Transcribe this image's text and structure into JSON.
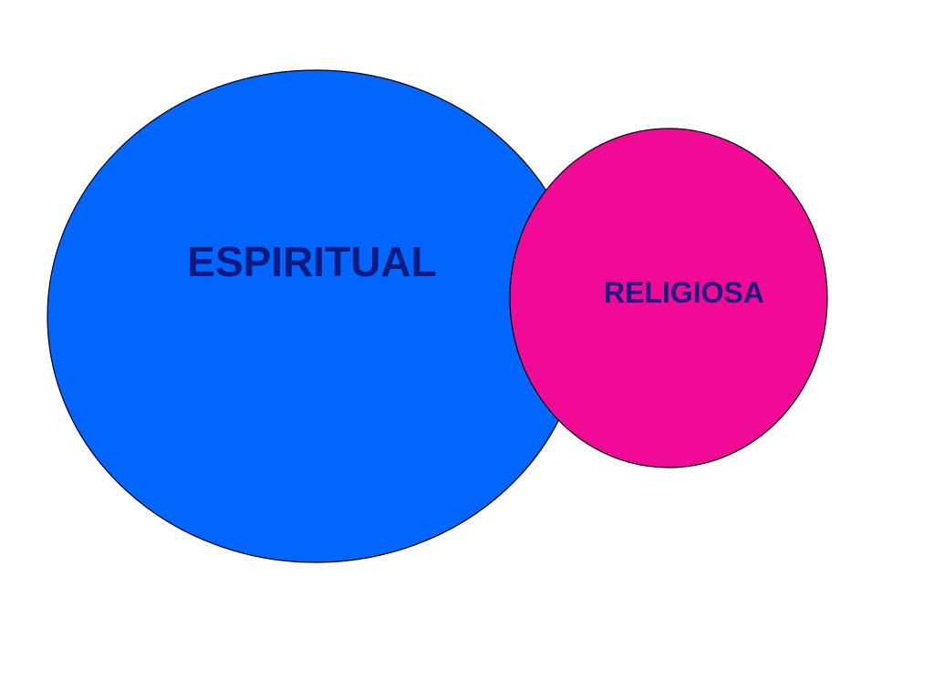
{
  "diagram": {
    "circles": [
      {
        "id": "espiritual",
        "label": "ESPIRITUAL",
        "fill": "#0066ff",
        "stroke": "#000000",
        "label_color": "#0d1a80"
      },
      {
        "id": "religiosa",
        "label": "RELIGIOSA",
        "fill": "#f00a96",
        "stroke": "#000000",
        "label_color": "#1a1a80"
      }
    ]
  }
}
